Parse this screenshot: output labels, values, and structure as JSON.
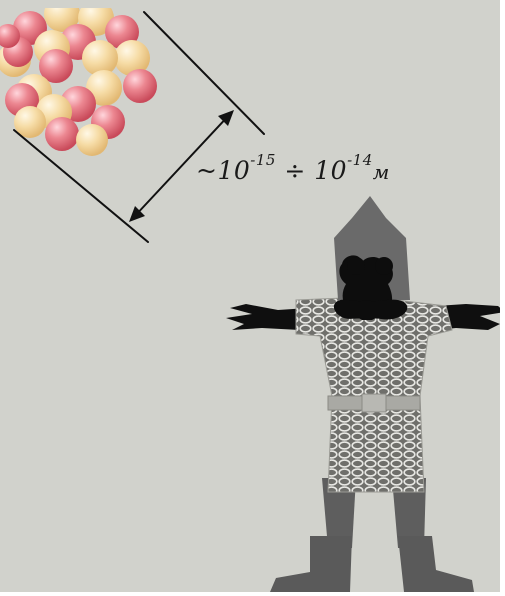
{
  "illustration": {
    "background_color": "#d1d2cc",
    "nucleus": {
      "proton_color": "#e06a78",
      "neutron_color": "#f3d39a"
    },
    "size_annotation": {
      "prefix": "~10",
      "exp_low": "-15",
      "divider": " ÷ 10",
      "exp_high": "-14",
      "unit": "м"
    },
    "figure": {
      "helmet_color": "#6a6a6a",
      "chainmail_color": "#c7c7c2",
      "legs_color": "#5e5e5e"
    }
  }
}
